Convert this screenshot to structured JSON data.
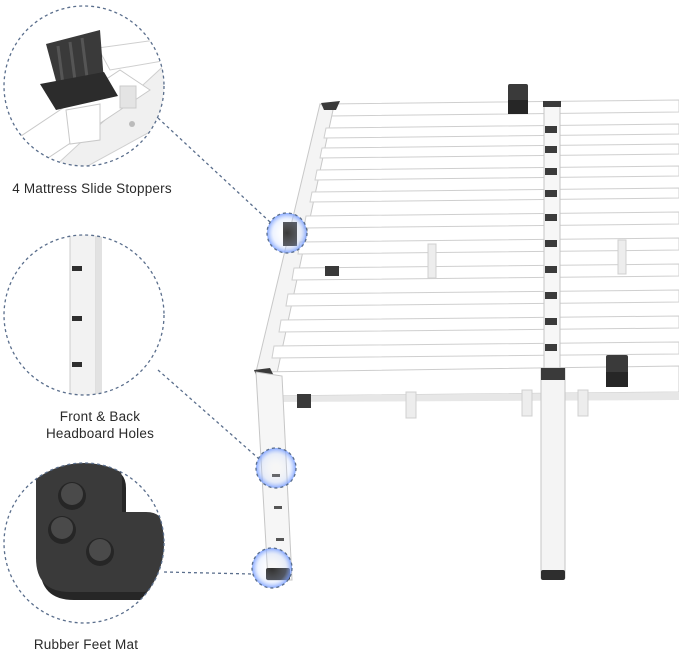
{
  "captions": {
    "stoppers": "4 Mattress Slide Stoppers",
    "holes_line1": "Front & Back",
    "holes_line2": "Headboard Holes",
    "feet": "Rubber Feet Mat"
  },
  "colors": {
    "frame": "#ffffff",
    "frame_shade": "#e6e6e6",
    "frame_edge": "#c9c9c9",
    "stopper": "#3a3a3a",
    "rubber": "#2b2b2b",
    "callout_line": "#5a6e8c",
    "glow": "#7ea6ff"
  }
}
